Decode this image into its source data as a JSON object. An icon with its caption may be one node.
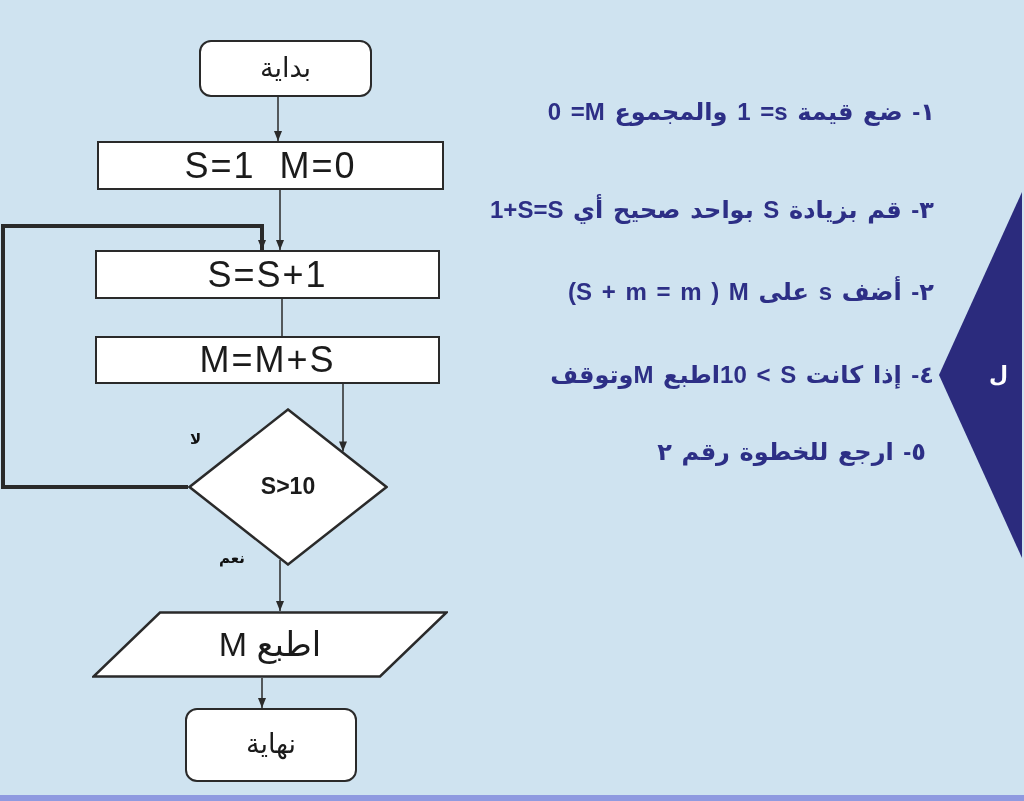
{
  "diagram": {
    "nodes": [
      {
        "text": [
          "بداية"
        ]
      },
      {
        "text": [
          "S=1  M=0"
        ]
      },
      {
        "text": [
          "S=S+1"
        ]
      },
      {
        "text": [
          "M=M+S"
        ]
      },
      {
        "text": [
          "S>10"
        ]
      },
      {
        "text": [
          "اطبع M"
        ]
      },
      {
        "text": [
          "نهاية"
        ]
      },
      {
        "text": [
          "ل"
        ]
      }
    ],
    "edges": [
      {
        "from": 0,
        "to": 1,
        "arrow": "to"
      },
      {
        "from": 1,
        "to": 2,
        "arrow": "to"
      },
      {
        "from": 2,
        "to": 3,
        "arrow": "none"
      },
      {
        "from": 3,
        "to": 4,
        "arrow": "to"
      },
      {
        "from": 4,
        "to": 2,
        "arrow": "to",
        "label": "لا",
        "style": "thick"
      },
      {
        "from": 4,
        "to": 5,
        "arrow": "to",
        "label": "نعم"
      },
      {
        "from": 5,
        "to": 6,
        "arrow": "to"
      }
    ],
    "labels": [
      "١- ضع قيمة s= 1 والمجموع M= 0",
      "٣- قم بزيادة S بواحد صحيح أي S=S+1",
      "٢- أضف s على M ( m = m + S)",
      "٤- إذا كانت S > 10اطبع Mوتوقف",
      "٥- ارجع للخطوة رقم ٢"
    ]
  }
}
